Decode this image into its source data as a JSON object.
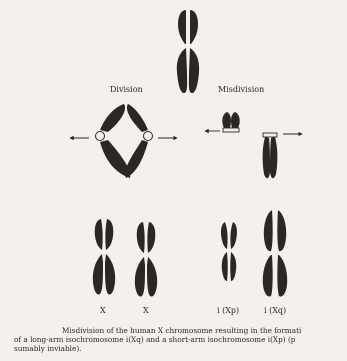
{
  "labels": {
    "division": "Division",
    "misdivision": "Misdivision",
    "x_left": "X",
    "x_right": "X",
    "i_xp": "i (Xp)",
    "i_xq": "i (Xq)"
  },
  "caption": {
    "line1": "Misdivision of the human X chromosome resulting in the formati",
    "line2": "of a long-arm isochromosome i(Xq) and a short-arm isochromosome i(Xp) (p",
    "line3": "sumably inviable)."
  },
  "colors": {
    "chromatid": "#2a2724",
    "centromere": "#f4f1ec",
    "background": "#f4f1ec"
  }
}
